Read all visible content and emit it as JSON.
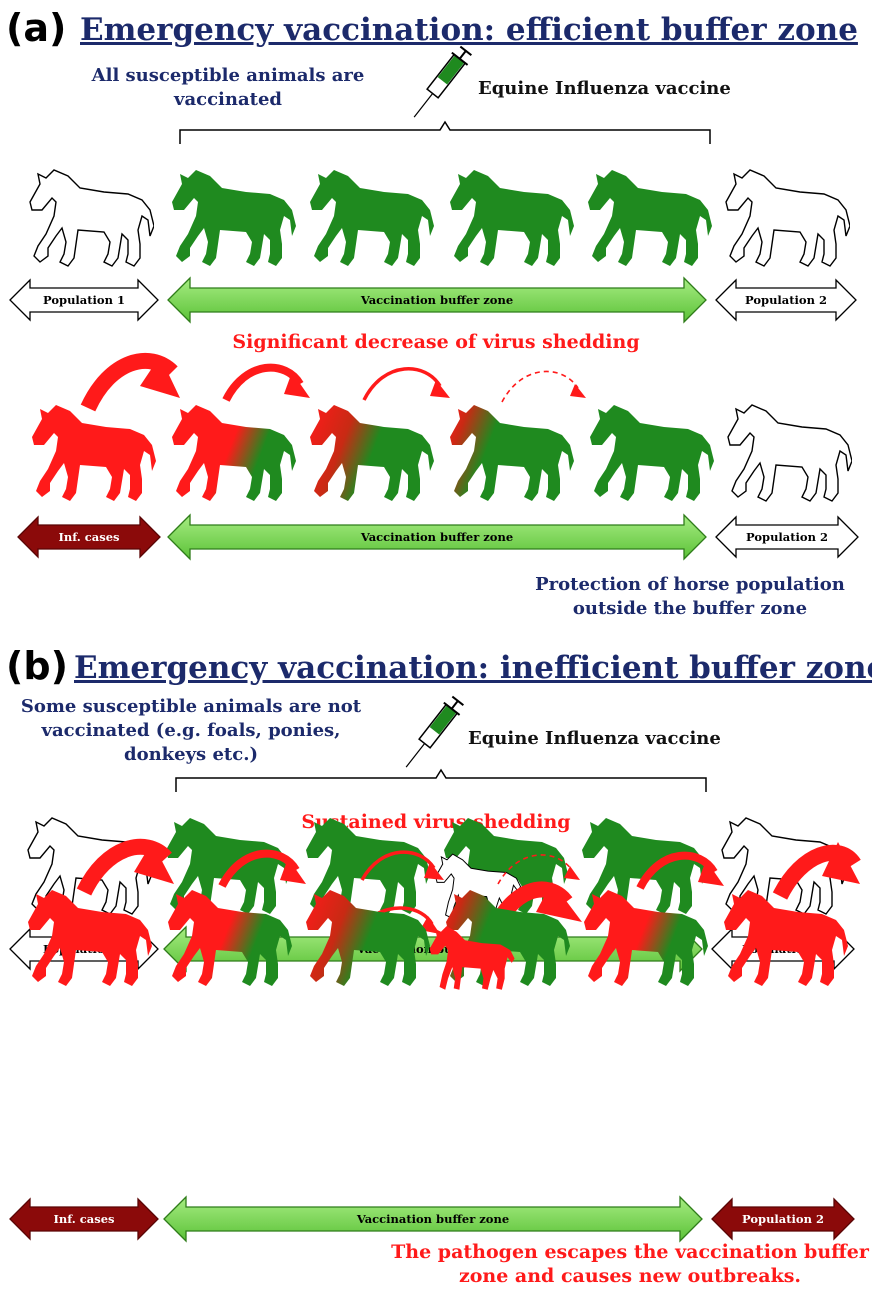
{
  "panel_a": {
    "letter": "(a)",
    "title": "Emergency vaccination: efficient buffer zone",
    "note_left": "All susceptible animals are vaccinated",
    "vaccine_label": "Equine Influenza vaccine",
    "row1_arrows": [
      "Population 1",
      "Vaccination buffer zone",
      "Population 2"
    ],
    "shedding_label": "Significant decrease of virus shedding",
    "row2_arrows": [
      "Inf. cases",
      "Vaccination buffer zone",
      "Population 2"
    ],
    "protection_label": "Protection of horse population outside the buffer zone"
  },
  "panel_b": {
    "letter": "(b)",
    "title": "Emergency vaccination: inefficient buffer zone",
    "note_left": "Some susceptible animals are not vaccinated (e.g. foals, ponies, donkeys etc.)",
    "vaccine_label": "Equine Influenza vaccine",
    "row1_arrows": [
      "Population 1",
      "Vaccination buffer zone",
      "Population 2"
    ],
    "shedding_label": "Sustained virus shedding",
    "row2_arrows": [
      "Inf. cases",
      "Vaccination buffer zone",
      "Population 2"
    ],
    "escape_label": "The pathogen escapes the vaccination buffer zone and causes new outbreaks."
  },
  "colors": {
    "vaccinated": "#1f8a1f",
    "infected": "#ff1a1a",
    "title_blue": "#1c2a6b",
    "buffer_green": "#7ed957",
    "dark_red": "#8b0a0a"
  }
}
